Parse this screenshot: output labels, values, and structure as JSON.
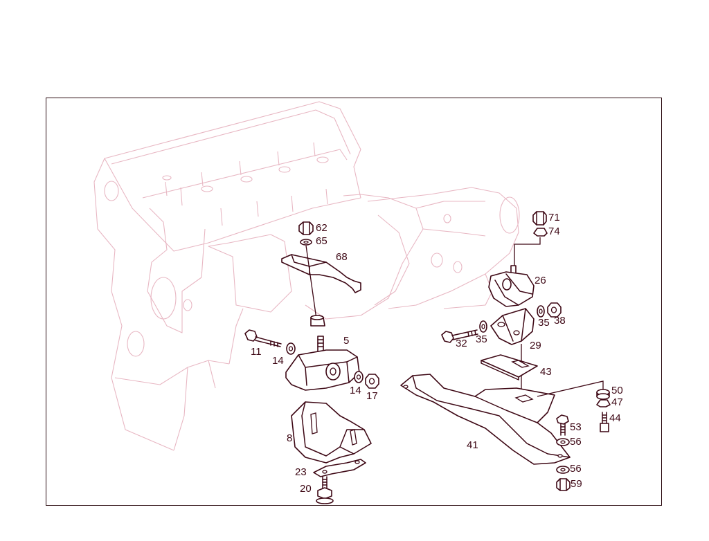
{
  "diagram": {
    "callouts": [
      {
        "id": "c62",
        "text": "62"
      },
      {
        "id": "c65",
        "text": "65"
      },
      {
        "id": "c68",
        "text": "68"
      },
      {
        "id": "c5",
        "text": "5"
      },
      {
        "id": "c11",
        "text": "11"
      },
      {
        "id": "c14a",
        "text": "14"
      },
      {
        "id": "c14b",
        "text": "14"
      },
      {
        "id": "c17",
        "text": "17"
      },
      {
        "id": "c8",
        "text": "8"
      },
      {
        "id": "c23",
        "text": "23"
      },
      {
        "id": "c20",
        "text": "20"
      },
      {
        "id": "c71",
        "text": "71"
      },
      {
        "id": "c74",
        "text": "74"
      },
      {
        "id": "c26",
        "text": "26"
      },
      {
        "id": "c35a",
        "text": "35"
      },
      {
        "id": "c38",
        "text": "38"
      },
      {
        "id": "c32",
        "text": "32"
      },
      {
        "id": "c35b",
        "text": "35"
      },
      {
        "id": "c29",
        "text": "29"
      },
      {
        "id": "c43",
        "text": "43"
      },
      {
        "id": "c41",
        "text": "41"
      },
      {
        "id": "c50",
        "text": "50"
      },
      {
        "id": "c47",
        "text": "47"
      },
      {
        "id": "c44",
        "text": "44"
      },
      {
        "id": "c53",
        "text": "53"
      },
      {
        "id": "c56a",
        "text": "56"
      },
      {
        "id": "c56b",
        "text": "56"
      },
      {
        "id": "c59",
        "text": "59"
      }
    ]
  },
  "colors": {
    "frame": "#2a0a10",
    "part_stroke": "#3d0714",
    "ghost_stroke": "#e8b7c3",
    "background": "#ffffff"
  }
}
